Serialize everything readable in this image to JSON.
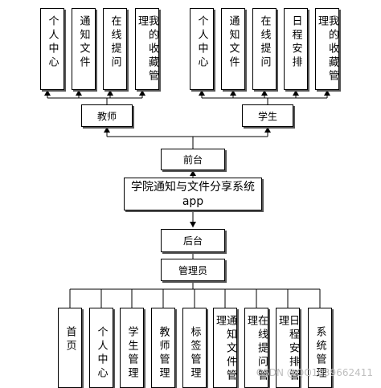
{
  "center": {
    "title": "学院通知与文件分享系统app"
  },
  "frontend": {
    "label": "前台"
  },
  "backend": {
    "label": "后台"
  },
  "teacher": {
    "label": "教师",
    "modules": [
      "个人中心",
      "通知文件",
      "在线提问",
      "我的收藏管理"
    ]
  },
  "student": {
    "label": "学生",
    "modules": [
      "个人中心",
      "通知文件",
      "在线提问",
      "日程安排",
      "我的收藏管理"
    ]
  },
  "admin": {
    "label": "管理员",
    "modules": [
      "首页",
      "个人中心",
      "学生管理",
      "教师管理",
      "标签管理",
      "通知文件管理",
      "在线提问管理",
      "日程安排管理",
      "系统管理"
    ]
  },
  "watermark": "CSDN @QQ1039662411"
}
